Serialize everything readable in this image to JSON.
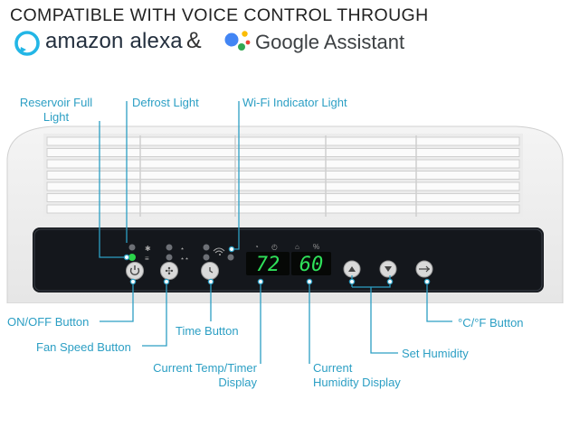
{
  "header": {
    "title": "COMPATIBLE WITH VOICE CONTROL THROUGH",
    "alexa_text": "amazon alexa",
    "ampersand": "&",
    "google_text": "Google Assistant"
  },
  "display": {
    "temp_value": "72",
    "humidity_value": "60"
  },
  "callouts": {
    "reservoir_full_light": [
      "Reservoir Full",
      "Light"
    ],
    "defrost_light": "Defrost Light",
    "wifi_indicator_light": "Wi-Fi Indicator Light",
    "on_off_button": "ON/OFF Button",
    "fan_speed_button": "Fan Speed Button",
    "time_button": "Time Button",
    "current_temp_timer_display": [
      "Current Temp/Timer",
      "Display"
    ],
    "current_humidity_display": [
      "Current",
      "Humidity Display"
    ],
    "set_humidity": "Set Humidity",
    "temp_unit_button": "°C/°F Button"
  },
  "icons": [
    "alexa-icon",
    "google-assistant-icon",
    "power-icon",
    "fan-icon",
    "clock-icon",
    "arrow-up-icon",
    "arrow-down-icon",
    "unit-toggle-icon",
    "wifi-icon",
    "snowflake-icon",
    "fan-speed-icon"
  ],
  "colors": {
    "callout": "#2c9fc4",
    "panel": "#16191e",
    "led_green": "#2bd44a",
    "display_digits": "#2fe05a"
  }
}
